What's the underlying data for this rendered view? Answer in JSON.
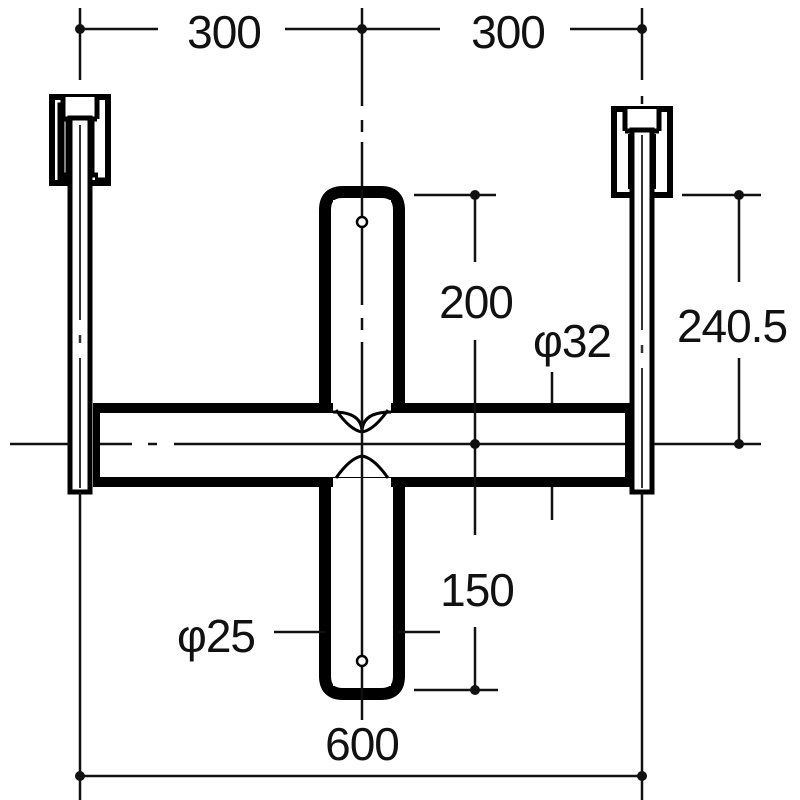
{
  "drawing": {
    "type": "technical dimension drawing",
    "colors": {
      "line": "#000000",
      "background": "#ffffff"
    },
    "dimensions": {
      "top_left_span": "300",
      "top_right_span": "300",
      "vertical_upper": "200",
      "tube_diameter_main": "φ32",
      "bracket_height": "240.5",
      "vertical_lower": "150",
      "tube_diameter_cross": "φ25",
      "overall_width": "600"
    },
    "parts": [
      {
        "name": "left-mount-bracket"
      },
      {
        "name": "right-mount-bracket"
      },
      {
        "name": "horizontal-bar"
      },
      {
        "name": "vertical-crossbar"
      }
    ]
  }
}
